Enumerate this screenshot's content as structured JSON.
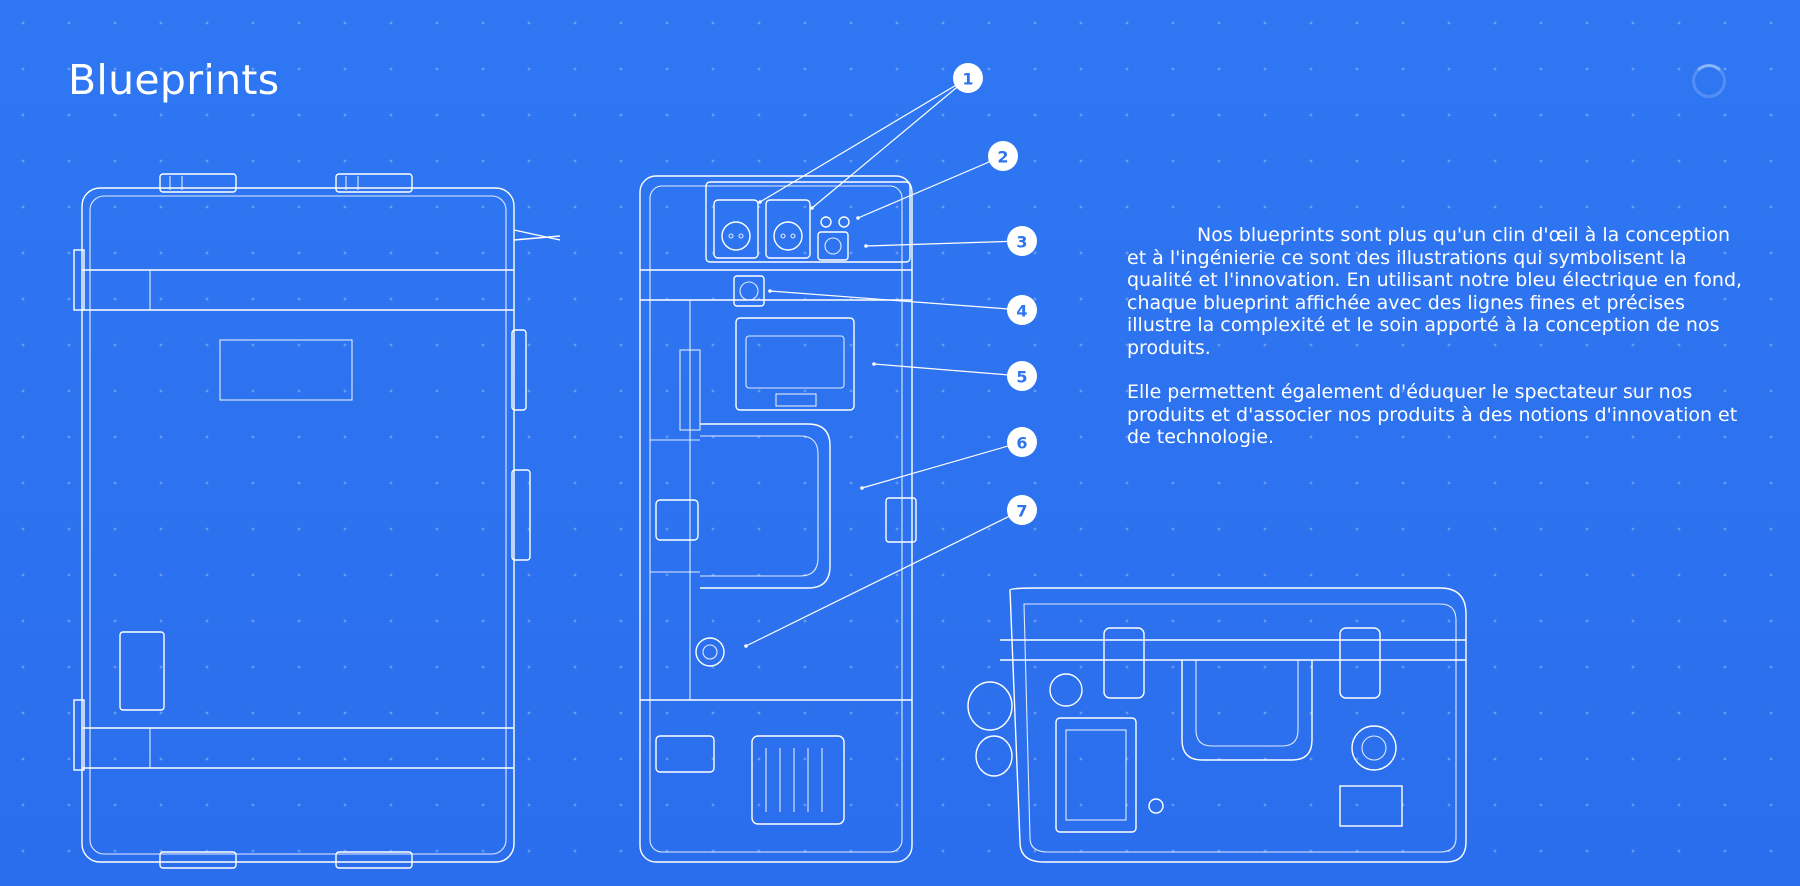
{
  "page": {
    "title": "Blueprints",
    "background_color": "#2e73f0",
    "line_color": "#ffffff"
  },
  "description": {
    "paragraph_1": "Nos blueprints sont plus qu'un clin d'œil à la conception et à l'ingénierie ce sont des illustrations qui symbolisent la qualité et l'innovation. En utilisant notre bleu électrique en fond, chaque blueprint affichée avec des lignes fines et précises illustre la complexité et le soin apporté à la conception de nos produits.",
    "paragraph_2": "Elle permettent également d'éduquer le spectateur sur nos produits et d'associer nos produits à des notions d'innovation et de technologie."
  },
  "callouts": [
    "1",
    "2",
    "3",
    "4",
    "5",
    "6",
    "7"
  ],
  "icons": {
    "loader": "loading-spinner-icon"
  }
}
